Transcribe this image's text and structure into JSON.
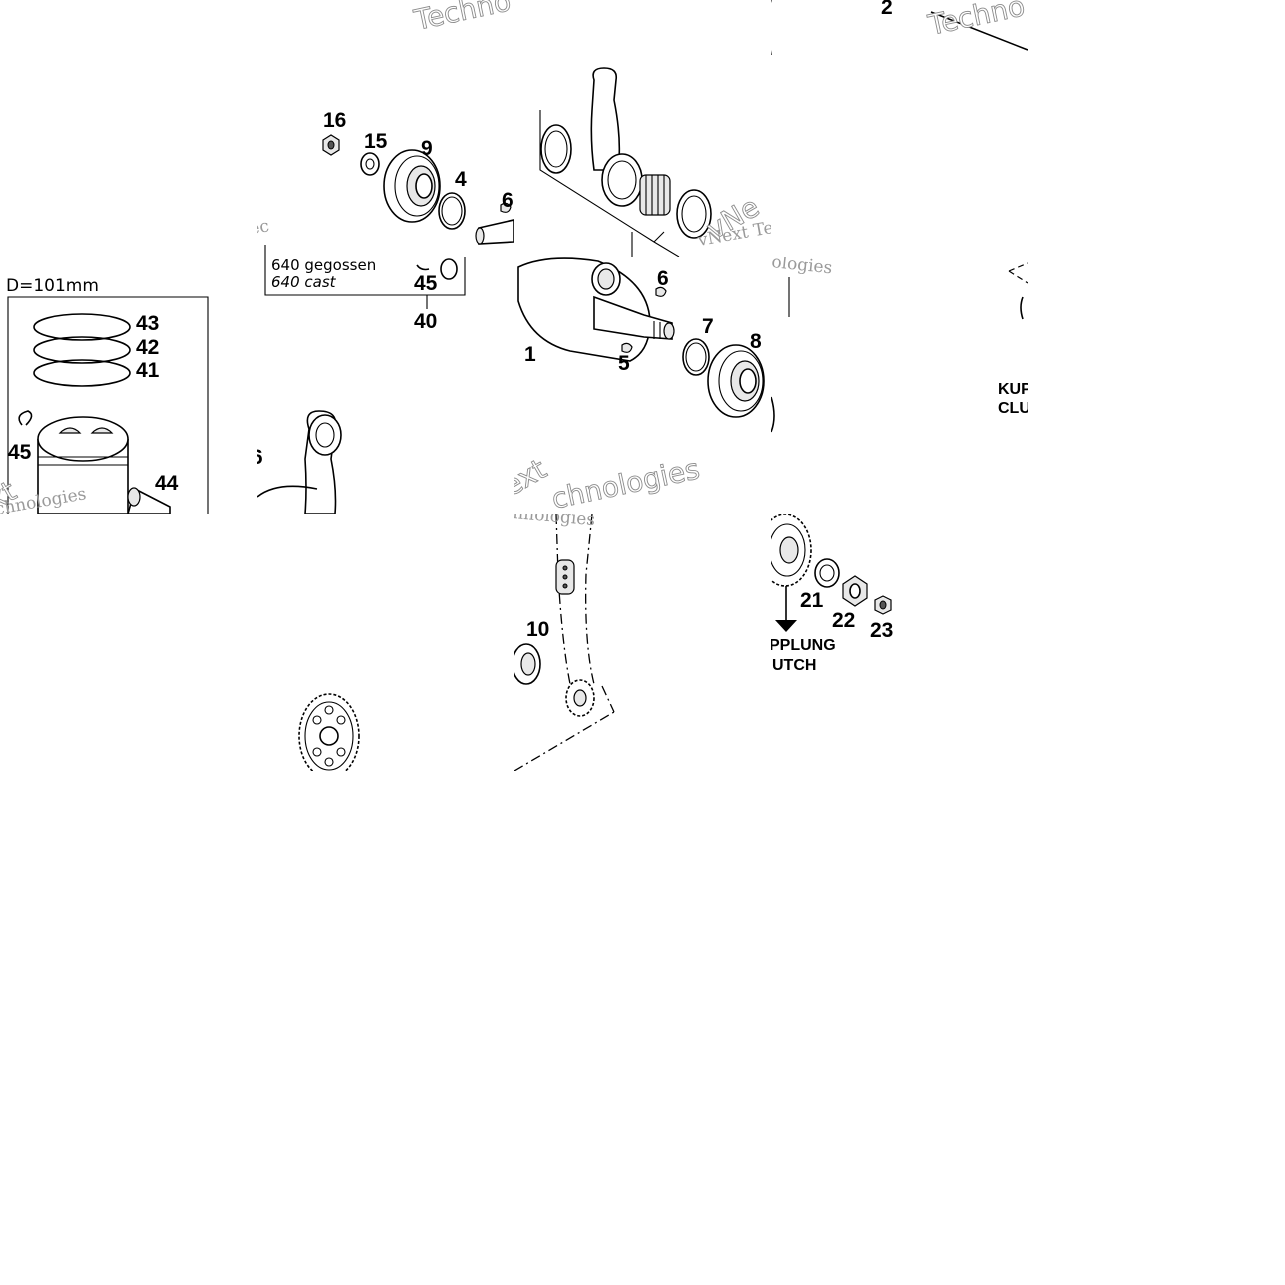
{
  "diagram": {
    "callouts": {
      "n1": "1",
      "n2": "2",
      "n4": "4",
      "n5": "5",
      "n6a": "6",
      "n6b": "6",
      "n7": "7",
      "n8": "8",
      "n9": "9",
      "n10": "10",
      "n15": "15",
      "n16": "16",
      "n21": "21",
      "n22": "22",
      "n23": "23",
      "n40": "40",
      "n41": "41",
      "n42": "42",
      "n43": "43",
      "n44": "44",
      "n45a": "45",
      "n45b": "45"
    },
    "captions": {
      "cast_de": "640 gegossen",
      "cast_en": "640 cast",
      "bore": "D=101mm",
      "clutch_de_a": "KUP",
      "clutch_en_a": "CLU",
      "clutch_de_b": "PPLUNG",
      "clutch_en_b": "UTCH"
    },
    "watermarks": {
      "w1": "Techno",
      "w2": "Techno",
      "w3": "vNe",
      "w4": "vNext Tec",
      "w5": "vNext Te",
      "w6": "chnologies",
      "w7": "ext",
      "w8": "chnologies",
      "w9": "ext",
      "w10": "hnologies",
      "w11": "ologies"
    }
  }
}
